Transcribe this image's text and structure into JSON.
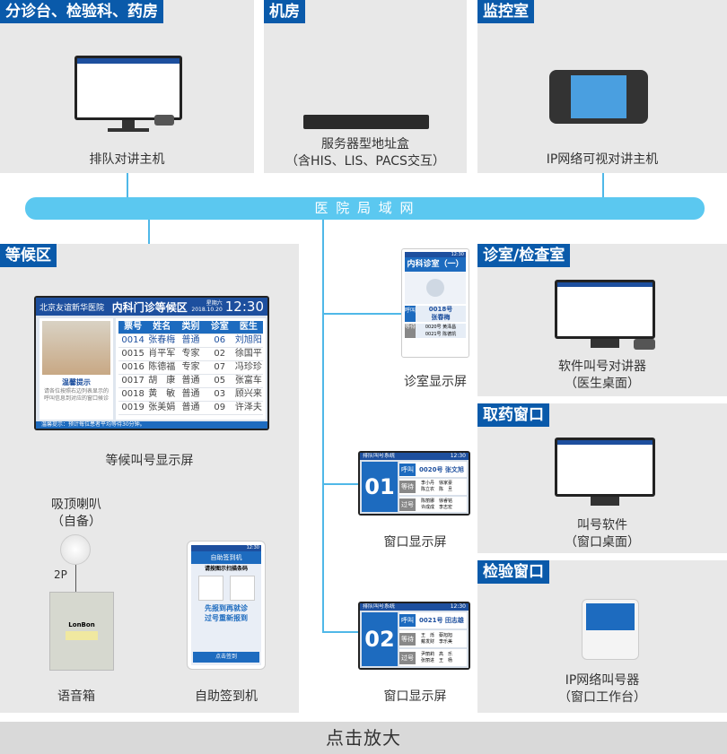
{
  "sections": {
    "registration": "分诊台、检验科、药房",
    "server_room": "机房",
    "monitor_room": "监控室",
    "waiting_area": "等候区",
    "consult_room": "诊室/检查室",
    "pharmacy": "取药窗口",
    "lab_window": "检验窗口"
  },
  "captions": {
    "queue_intercom": "排队对讲主机",
    "server_line1": "服务器型地址盒",
    "server_line2": "（含HIS、LIS、PACS交互）",
    "ip_video_intercom": "IP网络可视对讲主机",
    "network": "医 院 局 域 网",
    "consult_display": "诊室显示屏",
    "soft_intercom_1": "软件叫号对讲器",
    "soft_intercom_2": "（医生桌面）",
    "window_display": "窗口显示屏",
    "waiting_display": "等候叫号显示屏",
    "call_software_1": "叫号软件",
    "call_software_2": "（窗口桌面）",
    "speaker_1": "吸顶喇叭",
    "speaker_2": "（自备）",
    "wire": "2P",
    "voice_box": "语音箱",
    "kiosk": "自助签到机",
    "ip_caller_1": "IP网络叫号器",
    "ip_caller_2": "（窗口工作台）",
    "enlarge": "点击放大"
  },
  "waiting_screen": {
    "hospital": "北京友谊新华医院",
    "title": "内科门诊等候区",
    "weekday": "星期六",
    "date": "2018.10.20",
    "time": "12:30",
    "tip_title": "温馨提示",
    "tip_text": "请各位按照右边列表显示的呼叫信息到对应的窗口候诊",
    "headers": [
      "票号",
      "姓名",
      "类别",
      "诊室",
      "医生"
    ],
    "rows": [
      [
        "0014",
        "张春梅",
        "普通",
        "06",
        "刘旭阳"
      ],
      [
        "0015",
        "肖平军",
        "专家",
        "02",
        "徐国平"
      ],
      [
        "0016",
        "陈德福",
        "专家",
        "07",
        "冯珍珍"
      ],
      [
        "0017",
        "胡　康",
        "普通",
        "05",
        "张富车"
      ],
      [
        "0018",
        "黄　敏",
        "普通",
        "03",
        "顾兴来"
      ],
      [
        "0019",
        "张美娟",
        "普通",
        "09",
        "许泽夫"
      ]
    ],
    "footer": "温馨提示：预计每位患者平均等待30分钟。"
  },
  "consult_screen": {
    "title": "内科诊室（一）",
    "time": "12:30",
    "call_label": "呼叫",
    "call_number": "0018号",
    "call_name": "张春梅",
    "wait_label": "等待",
    "waiting": [
      "0020号 黄泽昌",
      "0021号 陈德凯"
    ]
  },
  "window_screens": [
    {
      "title": "排队叫号系统",
      "time": "12:30",
      "window": "01",
      "call_label": "呼叫",
      "call": "0020号  张文旭",
      "wait_label": "等待",
      "waiting": [
        "李小丹　徐家豪",
        "陈立农　陈　旦"
      ],
      "pass_label": "过号",
      "passed": [
        "陈丽娜　徐睿铭",
        "许成成　李志宏"
      ]
    },
    {
      "title": "排队叫号系统",
      "time": "12:30",
      "window": "02",
      "call_label": "呼叫",
      "call": "0021号  田志雄",
      "wait_label": "等待",
      "waiting": [
        "王　烁　蔡旭旭",
        "戴发财　李乐美"
      ],
      "pass_label": "过号",
      "passed": [
        "尹丽莉　高　乐",
        "张丽进　王　杨"
      ]
    }
  ],
  "kiosk_screen": {
    "title": "自助签到机",
    "subtitle": "请按图示扫描条码",
    "slogan1": "先报到再就诊",
    "slogan2": "过号重新报到",
    "button": "点击签到",
    "time": "12:30"
  },
  "voice_box_brand": "LonBon",
  "colors": {
    "header": "#0a5aaa",
    "network": "#5bc8f0",
    "panel": "#e8e8e8",
    "screen_blue": "#1d4f9e"
  }
}
